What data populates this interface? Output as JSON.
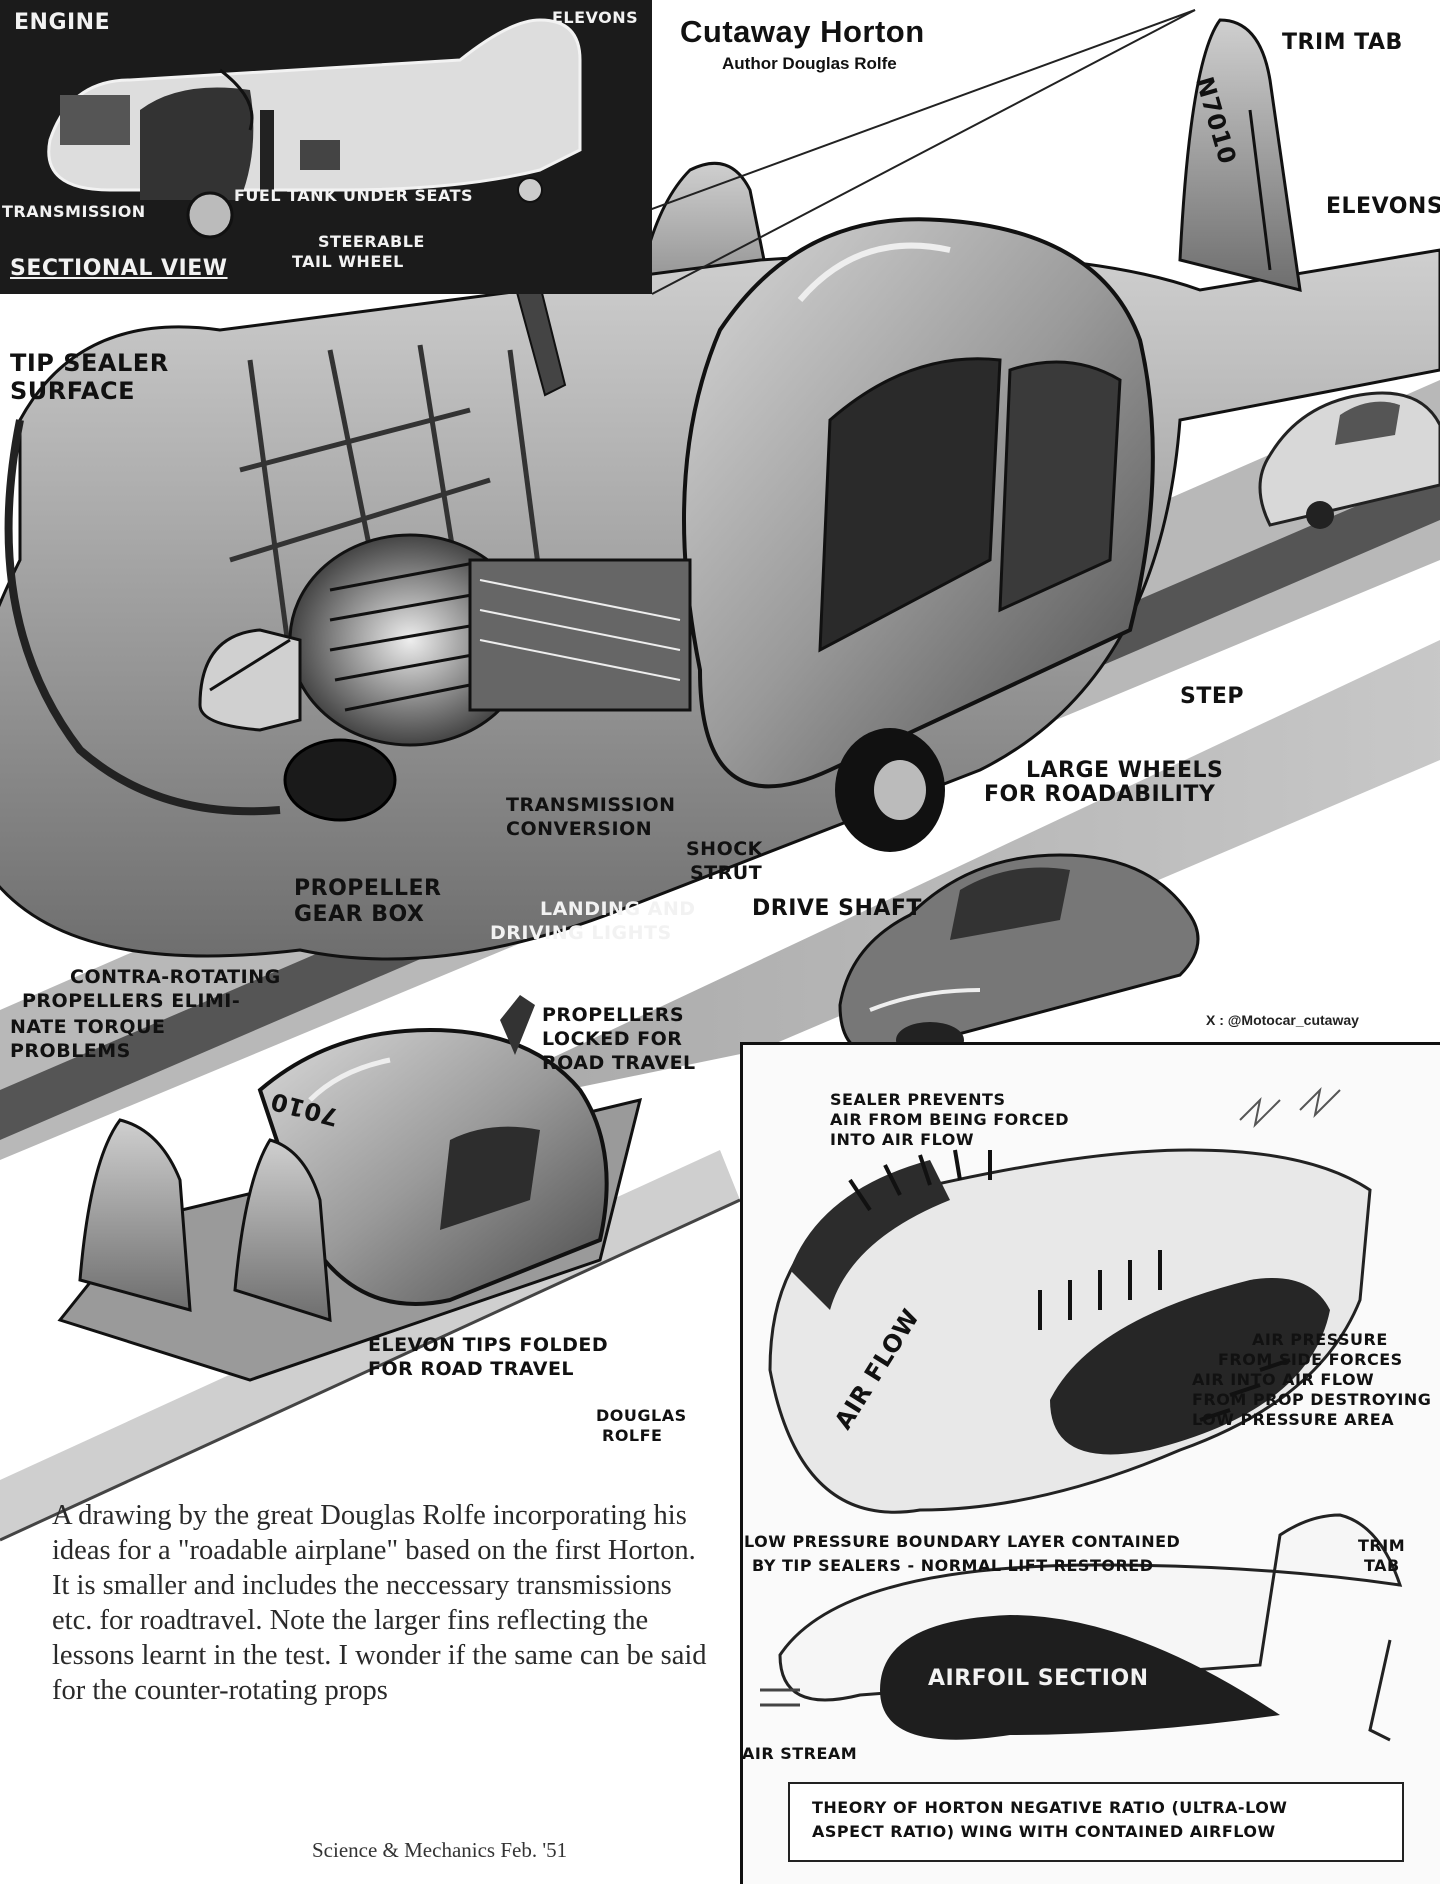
{
  "header": {
    "title": "Cutaway Horton",
    "author": "Author Douglas Rolfe"
  },
  "credit": "X : @Motocar_cutaway",
  "section_view": {
    "engine": "ENGINE",
    "elevons": "ELEVONS",
    "transmission": "TRANSMISSION",
    "fuel_tank": "FUEL TANK UNDER SEATS",
    "steerable_1": "STEERABLE",
    "steerable_2": "TAIL WHEEL",
    "title": "SECTIONAL VIEW"
  },
  "main_labels": {
    "trim_tab": "TRIM TAB",
    "elevons": "ELEVONS",
    "tip_sealer_1": "TIP SEALER",
    "tip_sealer_2": "SURFACE",
    "step": "STEP",
    "large_wheels_1": "LARGE WHEELS",
    "large_wheels_2": "FOR ROADABILITY",
    "transmission_1": "TRANSMISSION",
    "transmission_2": "CONVERSION",
    "shock_1": "SHOCK",
    "shock_2": "STRUT",
    "propeller_gb_1": "PROPELLER",
    "propeller_gb_2": "GEAR BOX",
    "landing_1": "LANDING AND",
    "landing_2": "DRIVING LIGHTS",
    "drive_shaft": "DRIVE SHAFT",
    "contra_1": "CONTRA-ROTATING",
    "contra_2": "PROPELLERS ELIMI-",
    "contra_3": "NATE TORQUE",
    "contra_4": "PROBLEMS",
    "props_locked_1": "PROPELLERS",
    "props_locked_2": "LOCKED FOR",
    "props_locked_3": "ROAD TRAVEL",
    "elevon_tips_1": "ELEVON TIPS FOLDED",
    "elevon_tips_2": "FOR ROAD TRAVEL",
    "registration": "N7010",
    "registration_folded": "7010",
    "signature_1": "DOUGLAS",
    "signature_2": "ROLFE"
  },
  "inset": {
    "sealer_1": "SEALER PREVENTS",
    "sealer_2": "AIR FROM BEING FORCED",
    "sealer_3": "INTO AIR FLOW",
    "air_flow": "AIR FLOW",
    "air_pressure_1": "AIR PRESSURE",
    "air_pressure_2": "FROM SIDE FORCES",
    "air_pressure_3": "AIR INTO AIR FLOW",
    "air_pressure_4": "FROM PROP DESTROYING",
    "air_pressure_5": "LOW PRESSURE AREA",
    "low_pressure_1": "LOW PRESSURE BOUNDARY LAYER CONTAINED",
    "low_pressure_2": "BY TIP SEALERS - NORMAL LIFT RESTORED",
    "trim_tab_1": "TRIM",
    "trim_tab_2": "TAB",
    "airfoil": "AIRFOIL SECTION",
    "airstream": "AIR STREAM",
    "theory_1": "THEORY OF HORTON NEGATIVE RATIO (ULTRA-LOW",
    "theory_2": "ASPECT RATIO) WING WITH CONTAINED AIRFLOW"
  },
  "caption": "A drawing by the great Douglas Rolfe incorporating his ideas for a \"roadable airplane\" based on the first Horton.  It is smaller and includes the neccessary transmissions etc. for roadtravel. Note the larger fins reflecting the lessons learnt in the test. I wonder if the same can be said for the counter-rotating props",
  "source": "Science & Mechanics Feb. '51"
}
